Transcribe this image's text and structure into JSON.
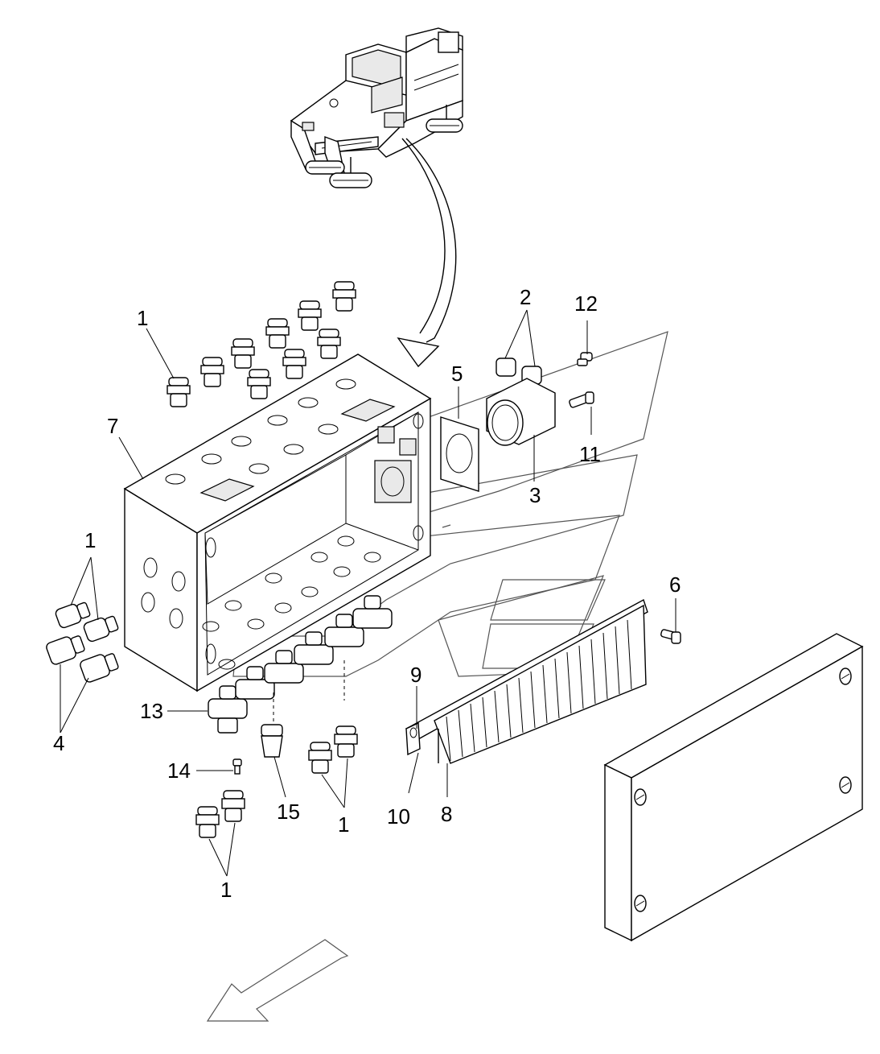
{
  "labels": {
    "l1a": "1",
    "l1b": "1",
    "l1c": "1",
    "l1d": "1",
    "l2": "2",
    "l3": "3",
    "l4": "4",
    "l5": "5",
    "l6": "6",
    "l7": "7",
    "l8": "8",
    "l9": "9",
    "l10": "10",
    "l11": "11",
    "l12": "12",
    "l13": "13",
    "l14": "14",
    "l15": "15"
  }
}
